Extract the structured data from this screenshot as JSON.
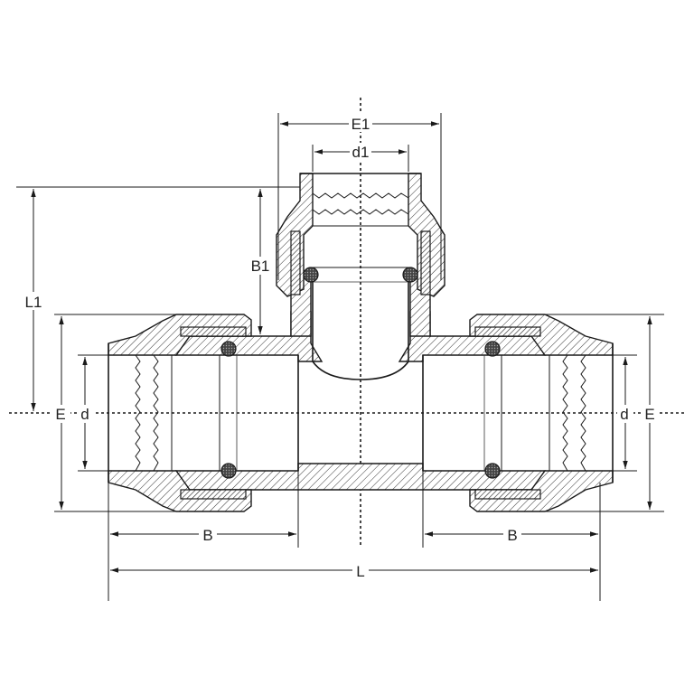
{
  "labels": {
    "E1": "E1",
    "d1": "d1",
    "L1": "L1",
    "B1": "B1",
    "E_left": "E",
    "d_left": "d",
    "d_right": "d",
    "E_right": "E",
    "B_left": "B",
    "B_right": "B",
    "L": "L"
  }
}
